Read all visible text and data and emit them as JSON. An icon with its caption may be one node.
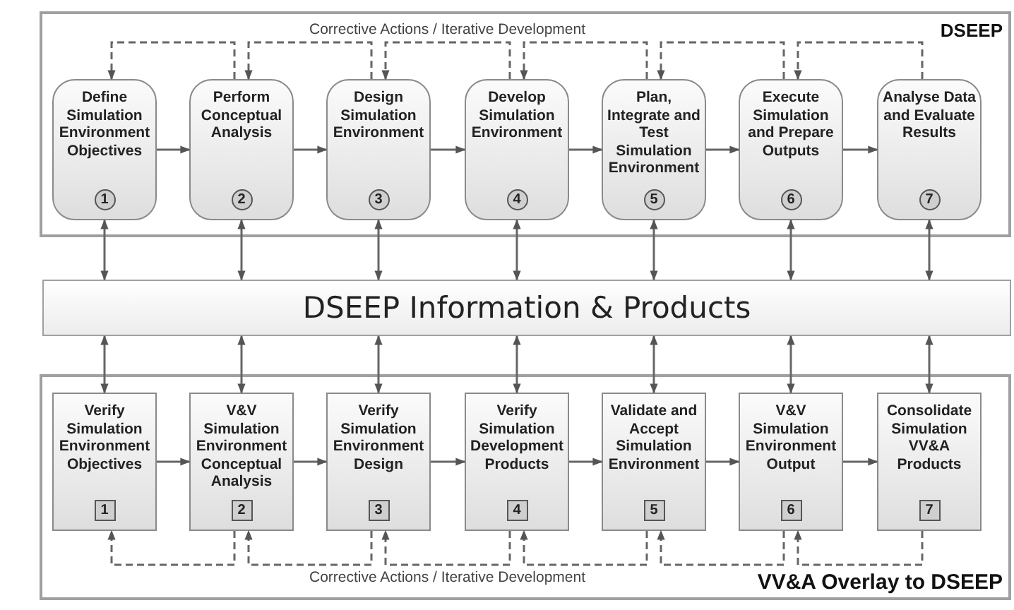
{
  "diagram": {
    "nodes": [
      {
        "text": [
          "DSEEP"
        ]
      },
      {
        "text": [
          "Define Simulation Environment Objectives",
          "1"
        ],
        "in": 0
      },
      {
        "text": [
          "Perform Conceptual Analysis",
          "2"
        ],
        "in": 0
      },
      {
        "text": [
          "Design Simulation Environment",
          "3"
        ],
        "in": 0
      },
      {
        "text": [
          "Develop Simulation Environment",
          "4"
        ],
        "in": 0
      },
      {
        "text": [
          "Plan, Integrate and Test Simulation Environment",
          "5"
        ],
        "in": 0
      },
      {
        "text": [
          "Execute Simulation and Prepare Outputs",
          "6"
        ],
        "in": 0
      },
      {
        "text": [
          "Analyse Data and Evaluate Results",
          "7"
        ],
        "in": 0
      },
      {
        "text": [
          "DSEEP Information & Products"
        ]
      },
      {
        "text": [
          "VV&A Overlay to DSEEP"
        ]
      },
      {
        "text": [
          "Verify Simulation Environment Objectives",
          "1"
        ],
        "in": 9
      },
      {
        "text": [
          "V&V Simulation Environment Conceptual Analysis",
          "2"
        ],
        "in": 9
      },
      {
        "text": [
          "Verify Simulation Environment Design",
          "3"
        ],
        "in": 9
      },
      {
        "text": [
          "Verify Simulation Development Products",
          "4"
        ],
        "in": 9
      },
      {
        "text": [
          "Validate and Accept Simulation Environment",
          "5"
        ],
        "in": 9
      },
      {
        "text": [
          "V&V Simulation Environment Output",
          "6"
        ],
        "in": 9
      },
      {
        "text": [
          "Consolidate Simulation VV&A Products",
          "7"
        ],
        "in": 9
      }
    ],
    "edges": [
      {
        "from": 1,
        "to": 2,
        "arrow": "to"
      },
      {
        "from": 2,
        "to": 3,
        "arrow": "to"
      },
      {
        "from": 3,
        "to": 4,
        "arrow": "to"
      },
      {
        "from": 4,
        "to": 5,
        "arrow": "to"
      },
      {
        "from": 5,
        "to": 6,
        "arrow": "to"
      },
      {
        "from": 6,
        "to": 7,
        "arrow": "to"
      },
      {
        "from": 2,
        "to": 1,
        "arrow": "to",
        "style": "dashed"
      },
      {
        "from": 3,
        "to": 2,
        "arrow": "to",
        "style": "dashed"
      },
      {
        "from": 4,
        "to": 3,
        "arrow": "to",
        "style": "dashed",
        "label": "Corrective Actions / Iterative Development"
      },
      {
        "from": 5,
        "to": 4,
        "arrow": "to",
        "style": "dashed"
      },
      {
        "from": 6,
        "to": 5,
        "arrow": "to",
        "style": "dashed"
      },
      {
        "from": 7,
        "to": 6,
        "arrow": "to",
        "style": "dashed"
      },
      {
        "from": 1,
        "to": 8,
        "arrow": "both"
      },
      {
        "from": 2,
        "to": 8,
        "arrow": "both"
      },
      {
        "from": 3,
        "to": 8,
        "arrow": "both"
      },
      {
        "from": 4,
        "to": 8,
        "arrow": "both"
      },
      {
        "from": 5,
        "to": 8,
        "arrow": "both"
      },
      {
        "from": 6,
        "to": 8,
        "arrow": "both"
      },
      {
        "from": 7,
        "to": 8,
        "arrow": "both"
      },
      {
        "from": 8,
        "to": 10,
        "arrow": "both"
      },
      {
        "from": 8,
        "to": 11,
        "arrow": "both"
      },
      {
        "from": 8,
        "to": 12,
        "arrow": "both"
      },
      {
        "from": 8,
        "to": 13,
        "arrow": "both"
      },
      {
        "from": 8,
        "to": 14,
        "arrow": "both"
      },
      {
        "from": 8,
        "to": 15,
        "arrow": "both"
      },
      {
        "from": 8,
        "to": 16,
        "arrow": "both"
      },
      {
        "from": 10,
        "to": 11,
        "arrow": "to"
      },
      {
        "from": 11,
        "to": 12,
        "arrow": "to"
      },
      {
        "from": 12,
        "to": 13,
        "arrow": "to"
      },
      {
        "from": 13,
        "to": 14,
        "arrow": "to"
      },
      {
        "from": 14,
        "to": 15,
        "arrow": "to"
      },
      {
        "from": 15,
        "to": 16,
        "arrow": "to"
      },
      {
        "from": 11,
        "to": 10,
        "arrow": "to",
        "style": "dashed"
      },
      {
        "from": 12,
        "to": 11,
        "arrow": "to",
        "style": "dashed"
      },
      {
        "from": 13,
        "to": 12,
        "arrow": "to",
        "style": "dashed",
        "label": "Corrective Actions / Iterative Development"
      },
      {
        "from": 14,
        "to": 13,
        "arrow": "to",
        "style": "dashed"
      },
      {
        "from": 15,
        "to": 14,
        "arrow": "to",
        "style": "dashed"
      },
      {
        "from": 16,
        "to": 15,
        "arrow": "to",
        "style": "dashed"
      }
    ]
  }
}
